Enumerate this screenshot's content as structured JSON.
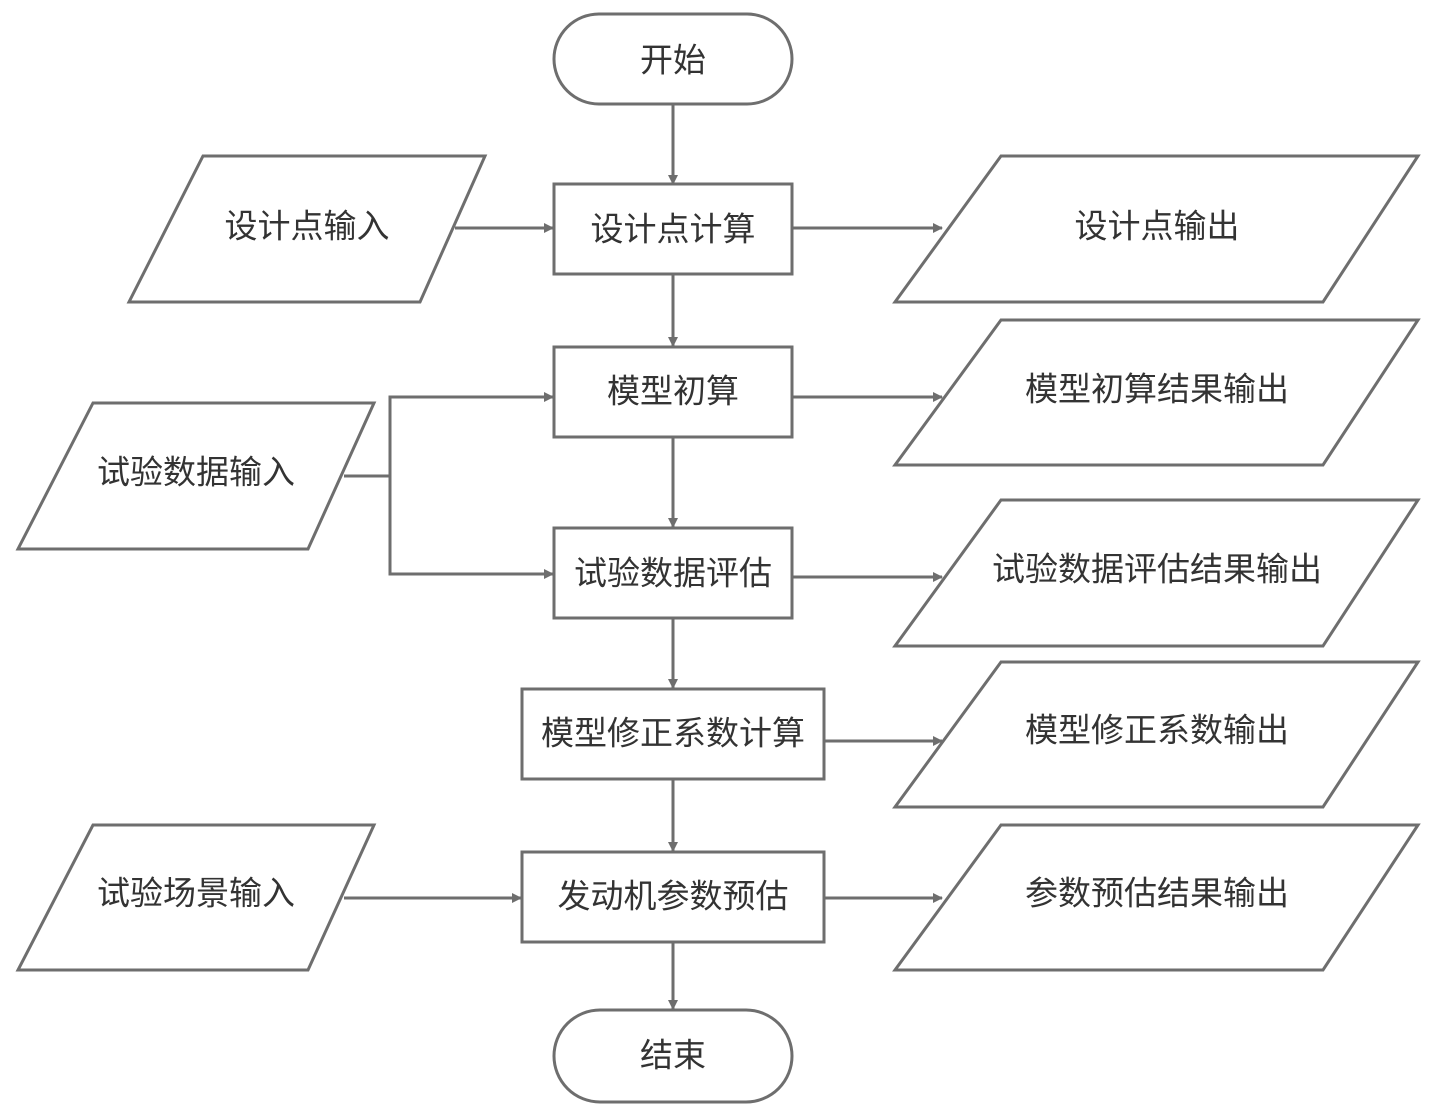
{
  "colors": {
    "stroke": "#6e6e6e",
    "text": "#333333",
    "background": "#ffffff"
  },
  "nodes": {
    "start": "开始",
    "design_point_input": "设计点输入",
    "design_point_calc": "设计点计算",
    "design_point_output": "设计点输出",
    "model_initial_calc": "模型初算",
    "model_initial_output": "模型初算结果输出",
    "test_data_input": "试验数据输入",
    "test_data_eval": "试验数据评估",
    "test_data_eval_output": "试验数据评估结果输出",
    "model_correction_calc": "模型修正系数计算",
    "model_correction_output": "模型修正系数输出",
    "test_scenario_input": "试验场景输入",
    "engine_param_estimate": "发动机参数预估",
    "param_estimate_output": "参数预估结果输出",
    "end": "结束"
  }
}
